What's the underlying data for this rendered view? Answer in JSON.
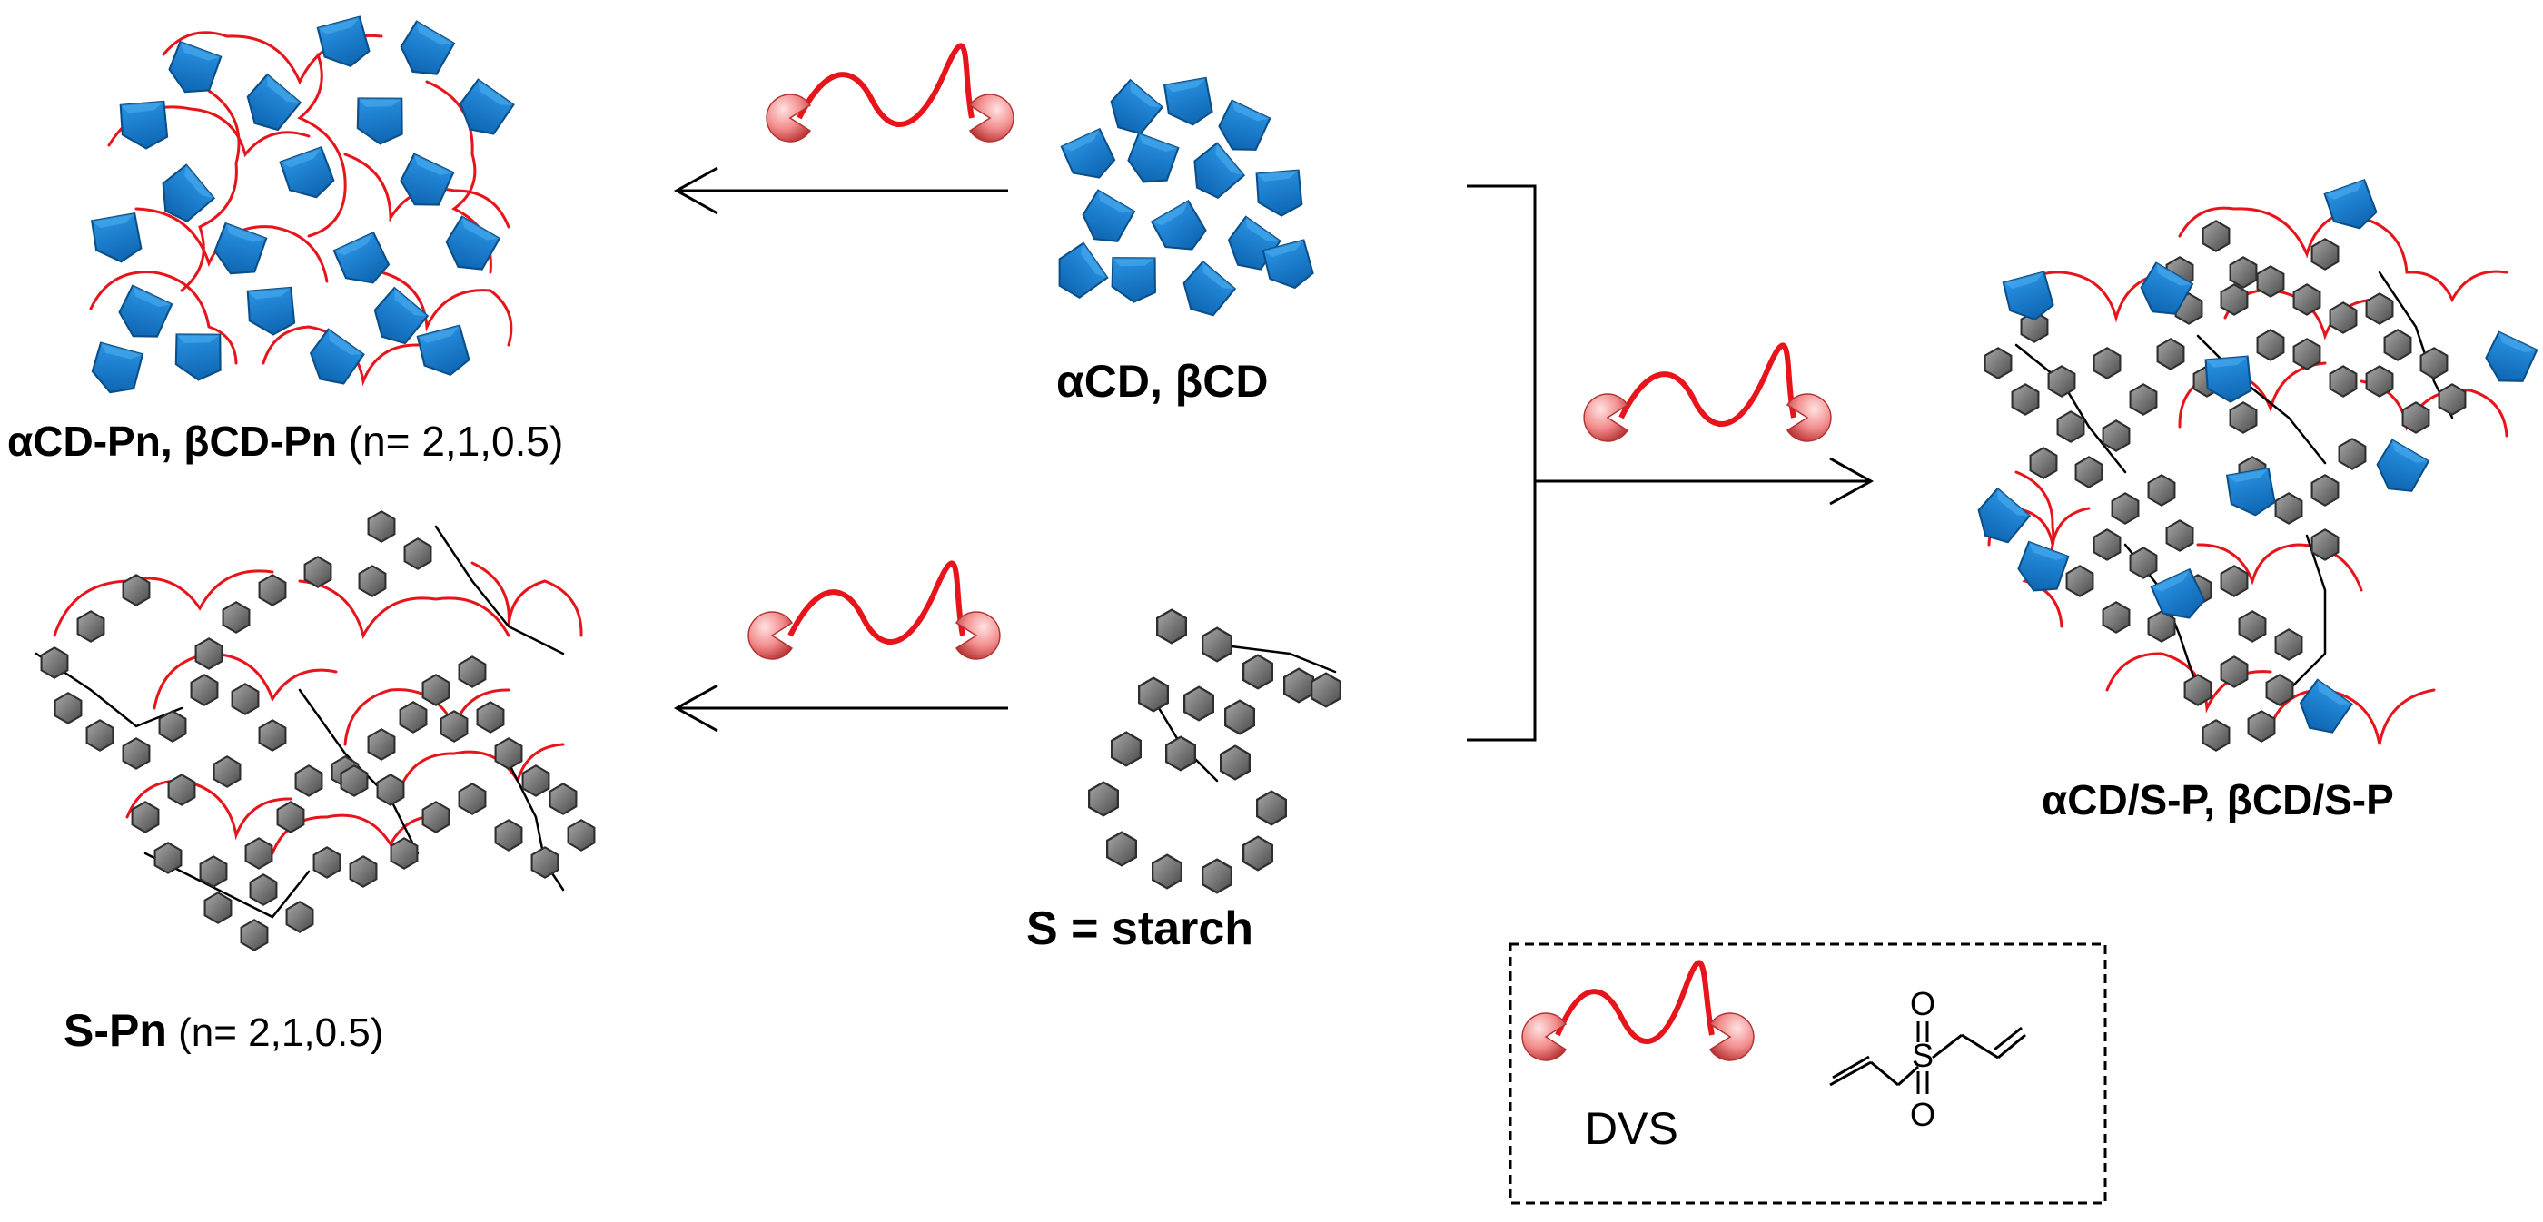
{
  "labels": {
    "cd_pn_bold": "αCD-Pn, βCD-Pn",
    "cd_pn_rest": " (n= 2,1,0.5)",
    "cd_monomers": "αCD, βCD",
    "s_pn_bold": "S-Pn",
    "s_pn_rest": " (n= 2,1,0.5)",
    "starch_def": "S = starch",
    "mixed_polymer": "αCD/S-P, βCD/S-P",
    "dvs": "DVS"
  },
  "structure_atoms": {
    "sulfur": "S",
    "oxygen_top": "O",
    "oxygen_bottom": "O"
  },
  "colors": {
    "cd_blue": "#1a7fd0",
    "cd_blue_dark": "#0d4f8a",
    "glucose_gray": "#7a7a7a",
    "glucose_gray_dark": "#3a3a3a",
    "linker_red": "#e8141c",
    "dvs_pink": "#f28c8c",
    "dvs_pink_dark": "#c23a3a"
  },
  "icons": [
    "cyclodextrin-icon",
    "glucose-unit-icon",
    "dvs-crosslinker-icon",
    "arrow-left-icon",
    "arrow-right-icon"
  ]
}
